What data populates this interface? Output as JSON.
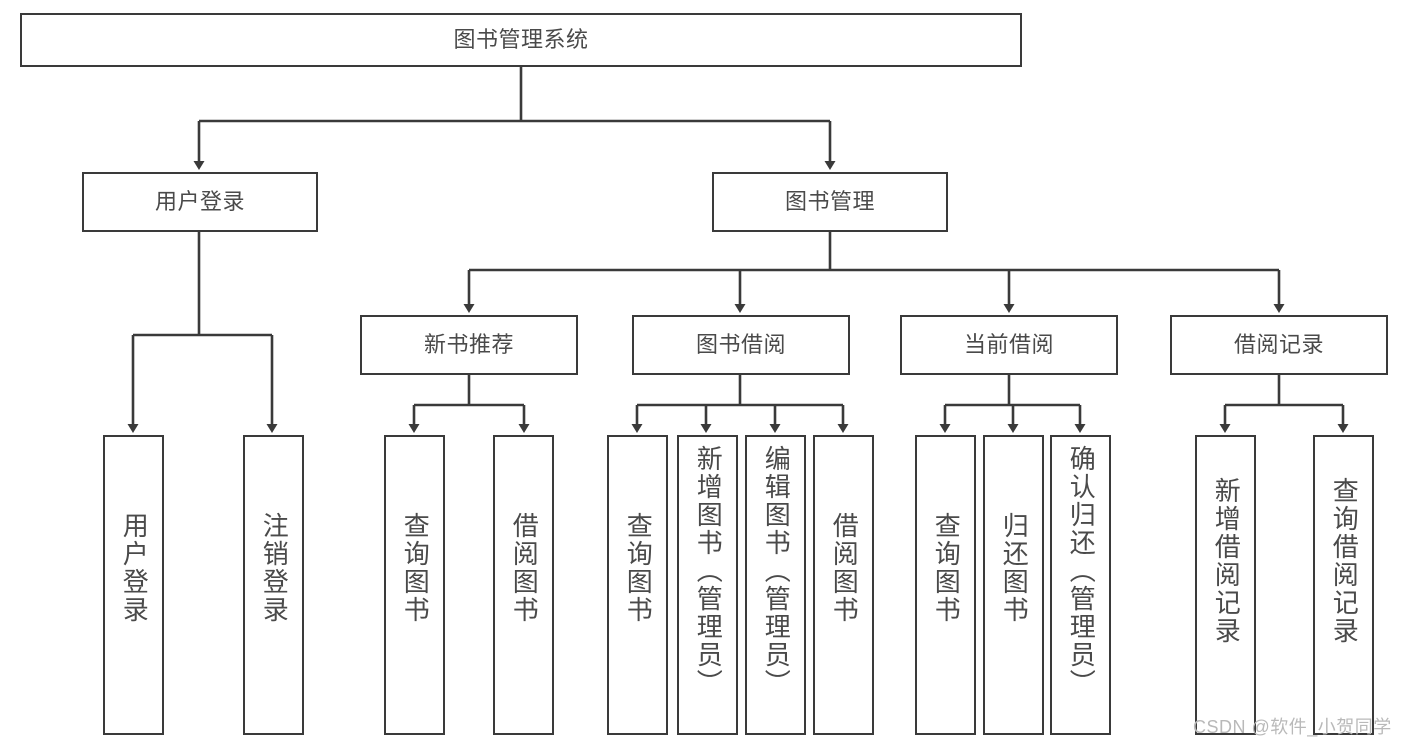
{
  "diagram": {
    "title": "图书管理系统",
    "type": "tree-hierarchy-chart",
    "root": {
      "label": "图书管理系统",
      "name": "node-root"
    },
    "level2": [
      {
        "label": "用户登录",
        "name": "node-user-login"
      },
      {
        "label": "图书管理",
        "name": "node-book-management"
      }
    ],
    "level3": [
      {
        "label": "新书推荐",
        "name": "node-new-book-recommend"
      },
      {
        "label": "图书借阅",
        "name": "node-book-borrow"
      },
      {
        "label": "当前借阅",
        "name": "node-current-borrow"
      },
      {
        "label": "借阅记录",
        "name": "node-borrow-record"
      }
    ],
    "leaves": {
      "user_login": [
        {
          "label": "用户登录",
          "name": "leaf-user-login"
        },
        {
          "label": "注销登录",
          "name": "leaf-logout"
        }
      ],
      "new_book_recommend": [
        {
          "label": "查询图书",
          "name": "leaf-query-book-1"
        },
        {
          "label": "借阅图书",
          "name": "leaf-borrow-book-1"
        }
      ],
      "book_borrow": [
        {
          "label": "查询图书",
          "name": "leaf-query-book-2"
        },
        {
          "label": "新增图书（管理员）",
          "name": "leaf-add-book-admin"
        },
        {
          "label": "编辑图书（管理员）",
          "name": "leaf-edit-book-admin"
        },
        {
          "label": "借阅图书",
          "name": "leaf-borrow-book-2"
        }
      ],
      "current_borrow": [
        {
          "label": "查询图书",
          "name": "leaf-query-book-3"
        },
        {
          "label": "归还图书",
          "name": "leaf-return-book"
        },
        {
          "label": "确认归还（管理员）",
          "name": "leaf-confirm-return-admin"
        }
      ],
      "borrow_record": [
        {
          "label": "新增借阅记录",
          "name": "leaf-add-borrow-record"
        },
        {
          "label": "查询借阅记录",
          "name": "leaf-query-borrow-record"
        }
      ]
    },
    "colors": {
      "stroke": "#3a3a3a",
      "text": "#4a4a4a",
      "background": "#ffffff",
      "watermark": "#b9b9b9"
    }
  },
  "watermark": {
    "text": "CSDN @软件_小贺同学"
  }
}
